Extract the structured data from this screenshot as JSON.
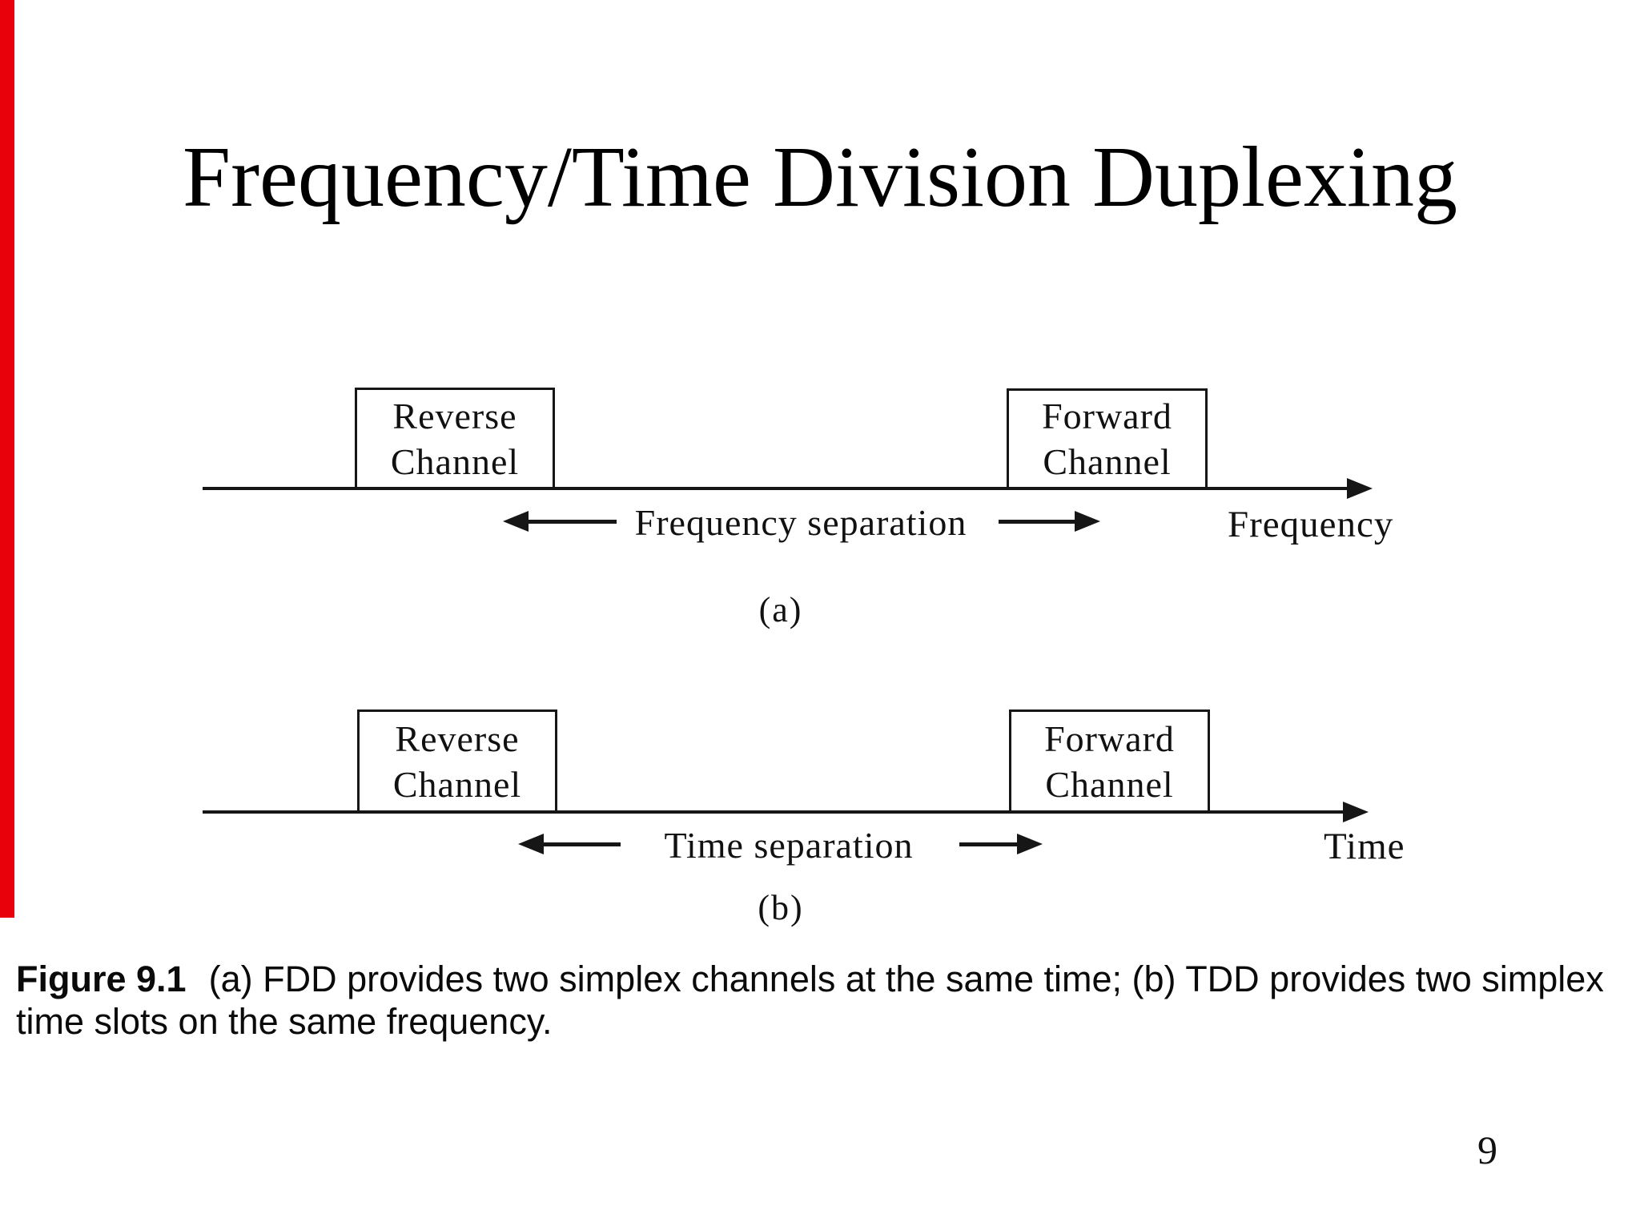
{
  "slide": {
    "title": "Frequency/Time Division Duplexing",
    "page_number": "9",
    "background_color": "#ffffff",
    "accent_bar_color": "#e8000b",
    "ink_color": "#161616"
  },
  "diagram_a": {
    "reverse_channel_label": "Reverse\nChannel",
    "forward_channel_label": "Forward\nChannel",
    "separation_label": "Frequency separation",
    "axis_label": "Frequency",
    "sub_label": "(a)"
  },
  "diagram_b": {
    "reverse_channel_label": "Reverse\nChannel",
    "forward_channel_label": "Forward\nChannel",
    "separation_label": "Time separation",
    "axis_label": "Time",
    "sub_label": "(b)"
  },
  "caption": {
    "figure_label": "Figure 9.1",
    "text": "(a) FDD provides two simplex channels at the same time; (b) TDD provides two simplex time slots on the same frequency."
  }
}
